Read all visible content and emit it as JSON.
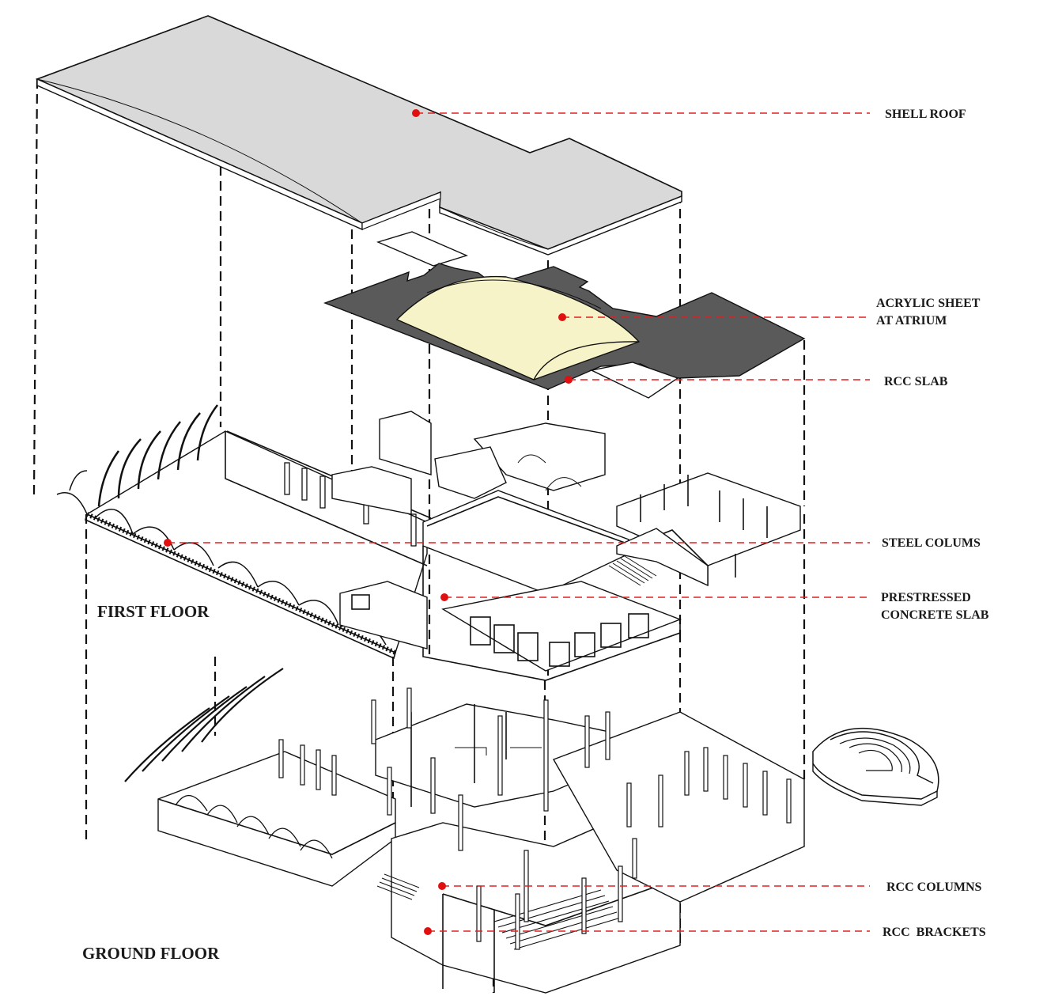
{
  "callouts": [
    {
      "id": "shell-roof",
      "label": "SHELL ROOF"
    },
    {
      "id": "acrylic-sheet",
      "label": "ACRYLIC SHEET AT ATRIUM"
    },
    {
      "id": "rcc-slab",
      "label": "RCC SLAB"
    },
    {
      "id": "steel-columns",
      "label": "STEEL COLUMS"
    },
    {
      "id": "prestressed-slab",
      "label": "PRESTRESSED CONCRETE SLAB"
    },
    {
      "id": "rcc-columns",
      "label": "RCC COLUMNS"
    },
    {
      "id": "rcc-brackets",
      "label": "RCC  BRACKETS"
    }
  ],
  "floors": {
    "first": "FIRST FLOOR",
    "ground": "GROUND FLOOR"
  },
  "colors": {
    "roof": "#d9d9d9",
    "slab": "#5a5a5a",
    "acrylic": "#f7f3c8",
    "leader": "#e02020",
    "line": "#111111"
  }
}
